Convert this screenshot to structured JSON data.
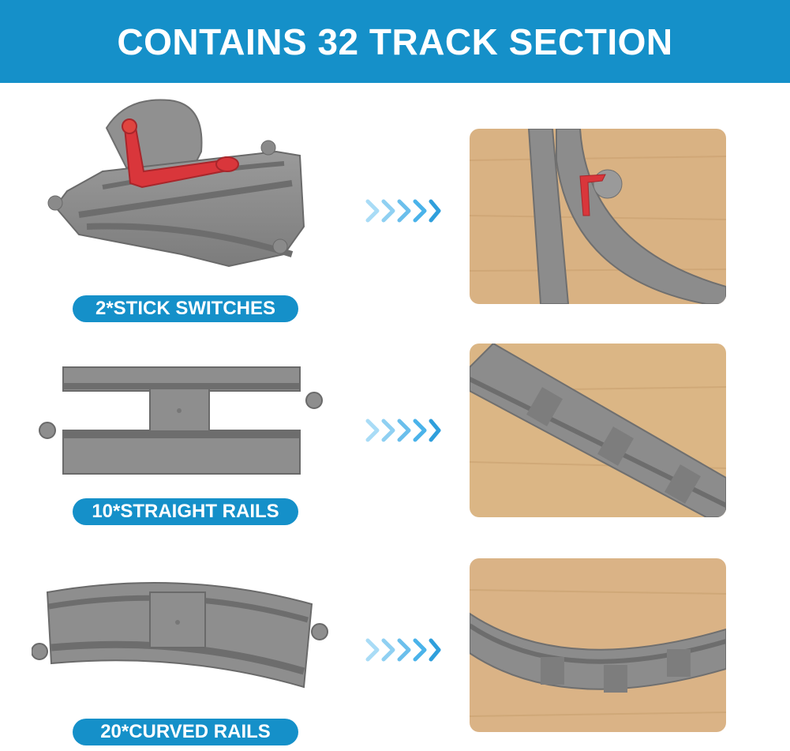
{
  "header": {
    "title": "CONTAINS 32 TRACK SECTION"
  },
  "sections": [
    {
      "label": "2*STICK SWITCHES",
      "image": "switch-track-piece",
      "photo": "switch-track-on-wood"
    },
    {
      "label": "10*STRAIGHT RAILS",
      "image": "straight-rail-piece",
      "photo": "straight-rails-on-wood"
    },
    {
      "label": "20*CURVED RAILS",
      "image": "curved-rail-piece",
      "photo": "curved-rails-on-wood"
    }
  ],
  "colors": {
    "brand_blue": "#1590c9",
    "arrow_blue": "#4ab3ea",
    "track_gray": "#8a8a8a",
    "lever_red": "#d9363b",
    "wood": "#d9b283"
  }
}
